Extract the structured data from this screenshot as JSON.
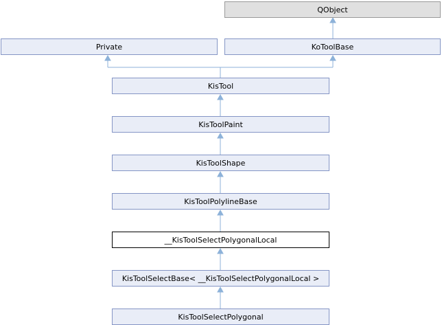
{
  "diagram": {
    "nodes": {
      "qobject": "QObject",
      "private": "Private",
      "kotoolbase": "KoToolBase",
      "kistool": "KisTool",
      "kistoolpaint": "KisToolPaint",
      "kistoolshape": "KisToolShape",
      "kistoolpolylinebase": "KisToolPolylineBase",
      "kistoolselectpolygonallocal": "__KisToolSelectPolygonalLocal",
      "kistoolselectbase": "KisToolSelectBase< __KisToolSelectPolygonalLocal >",
      "kistoolselectpolygonal": "KisToolSelectPolygonal"
    },
    "colors": {
      "node_fill": "#e9edf7",
      "node_border": "#8495c5",
      "root_fill": "#e0e0e0",
      "current_fill": "#ffffff",
      "edge": "#8db2d9"
    }
  }
}
